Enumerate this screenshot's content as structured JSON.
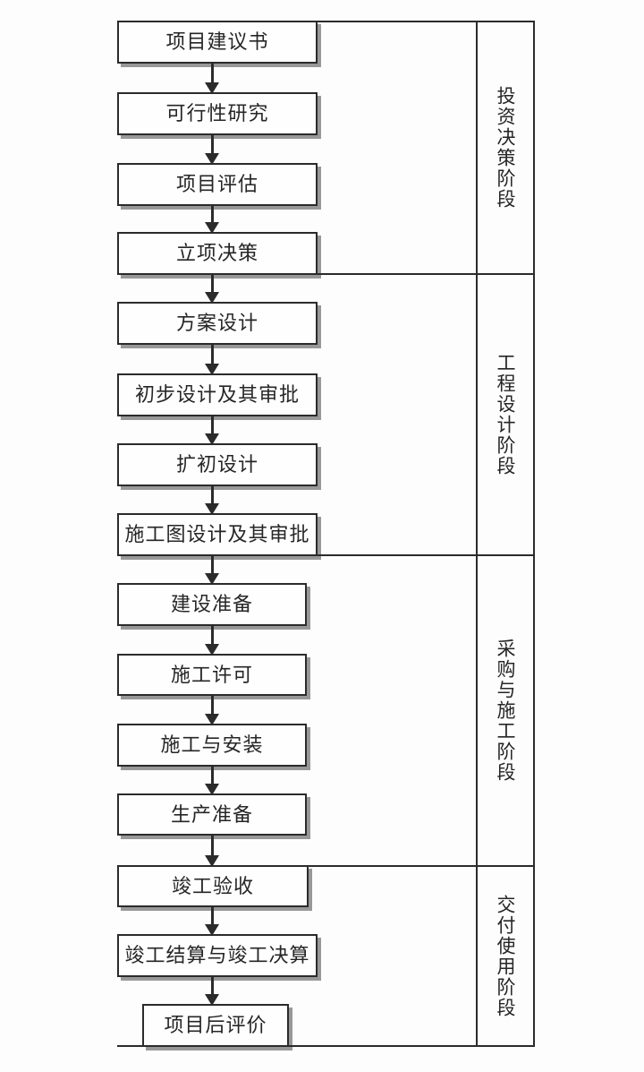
{
  "colors": {
    "line": "#2b2b2b",
    "text": "#262626",
    "shadow": "#989898",
    "bg": "#fdfdfd",
    "box_bg": "#fefefe"
  },
  "flowchart": {
    "steps": [
      {
        "label": "项目建议书"
      },
      {
        "label": "可行性研究"
      },
      {
        "label": "项目评估"
      },
      {
        "label": "立项决策"
      },
      {
        "label": "方案设计"
      },
      {
        "label": "初步设计及其审批"
      },
      {
        "label": "扩初设计"
      },
      {
        "label": "施工图设计及其审批"
      },
      {
        "label": "建设准备"
      },
      {
        "label": "施工许可"
      },
      {
        "label": "施工与安装"
      },
      {
        "label": "生产准备"
      },
      {
        "label": "竣工验收"
      },
      {
        "label": "竣工结算与竣工决算"
      },
      {
        "label": "项目后评价"
      }
    ],
    "phases": [
      {
        "label": "投资决策阶段"
      },
      {
        "label": "工程设计阶段"
      },
      {
        "label": "采购与施工阶段"
      },
      {
        "label": "交付使用阶段"
      }
    ]
  }
}
